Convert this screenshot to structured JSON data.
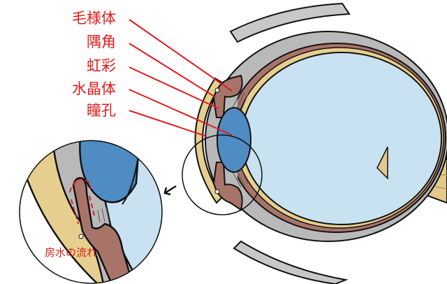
{
  "labels": {
    "ciliary_body": "毛様体",
    "angle": "隅角",
    "iris": "虹彩",
    "lens": "水晶体",
    "pupil": "瞳孔"
  },
  "inset_caption": "房水の流れ",
  "colors": {
    "label_red": "#e21b1b",
    "sclera": "#b9b9b9",
    "choroid": "#a8746a",
    "retina": "#e6cf8e",
    "vitreous": "#c9e2f1",
    "lens": "#4f8cc4",
    "nerve": "#e3c98a"
  }
}
